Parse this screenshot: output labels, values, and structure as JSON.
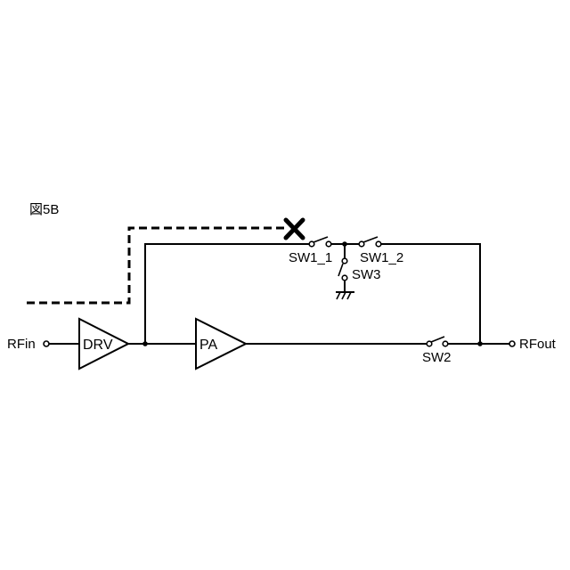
{
  "figure_label": "図5B",
  "ports": {
    "input": "RFin",
    "output": "RFout"
  },
  "amplifiers": {
    "driver": "DRV",
    "power": "PA"
  },
  "switches": {
    "sw1_1": "SW1_1",
    "sw1_2": "SW1_2",
    "sw2": "SW2",
    "sw3": "SW3"
  },
  "icons": [
    "cross-mark-icon",
    "ground-icon"
  ]
}
